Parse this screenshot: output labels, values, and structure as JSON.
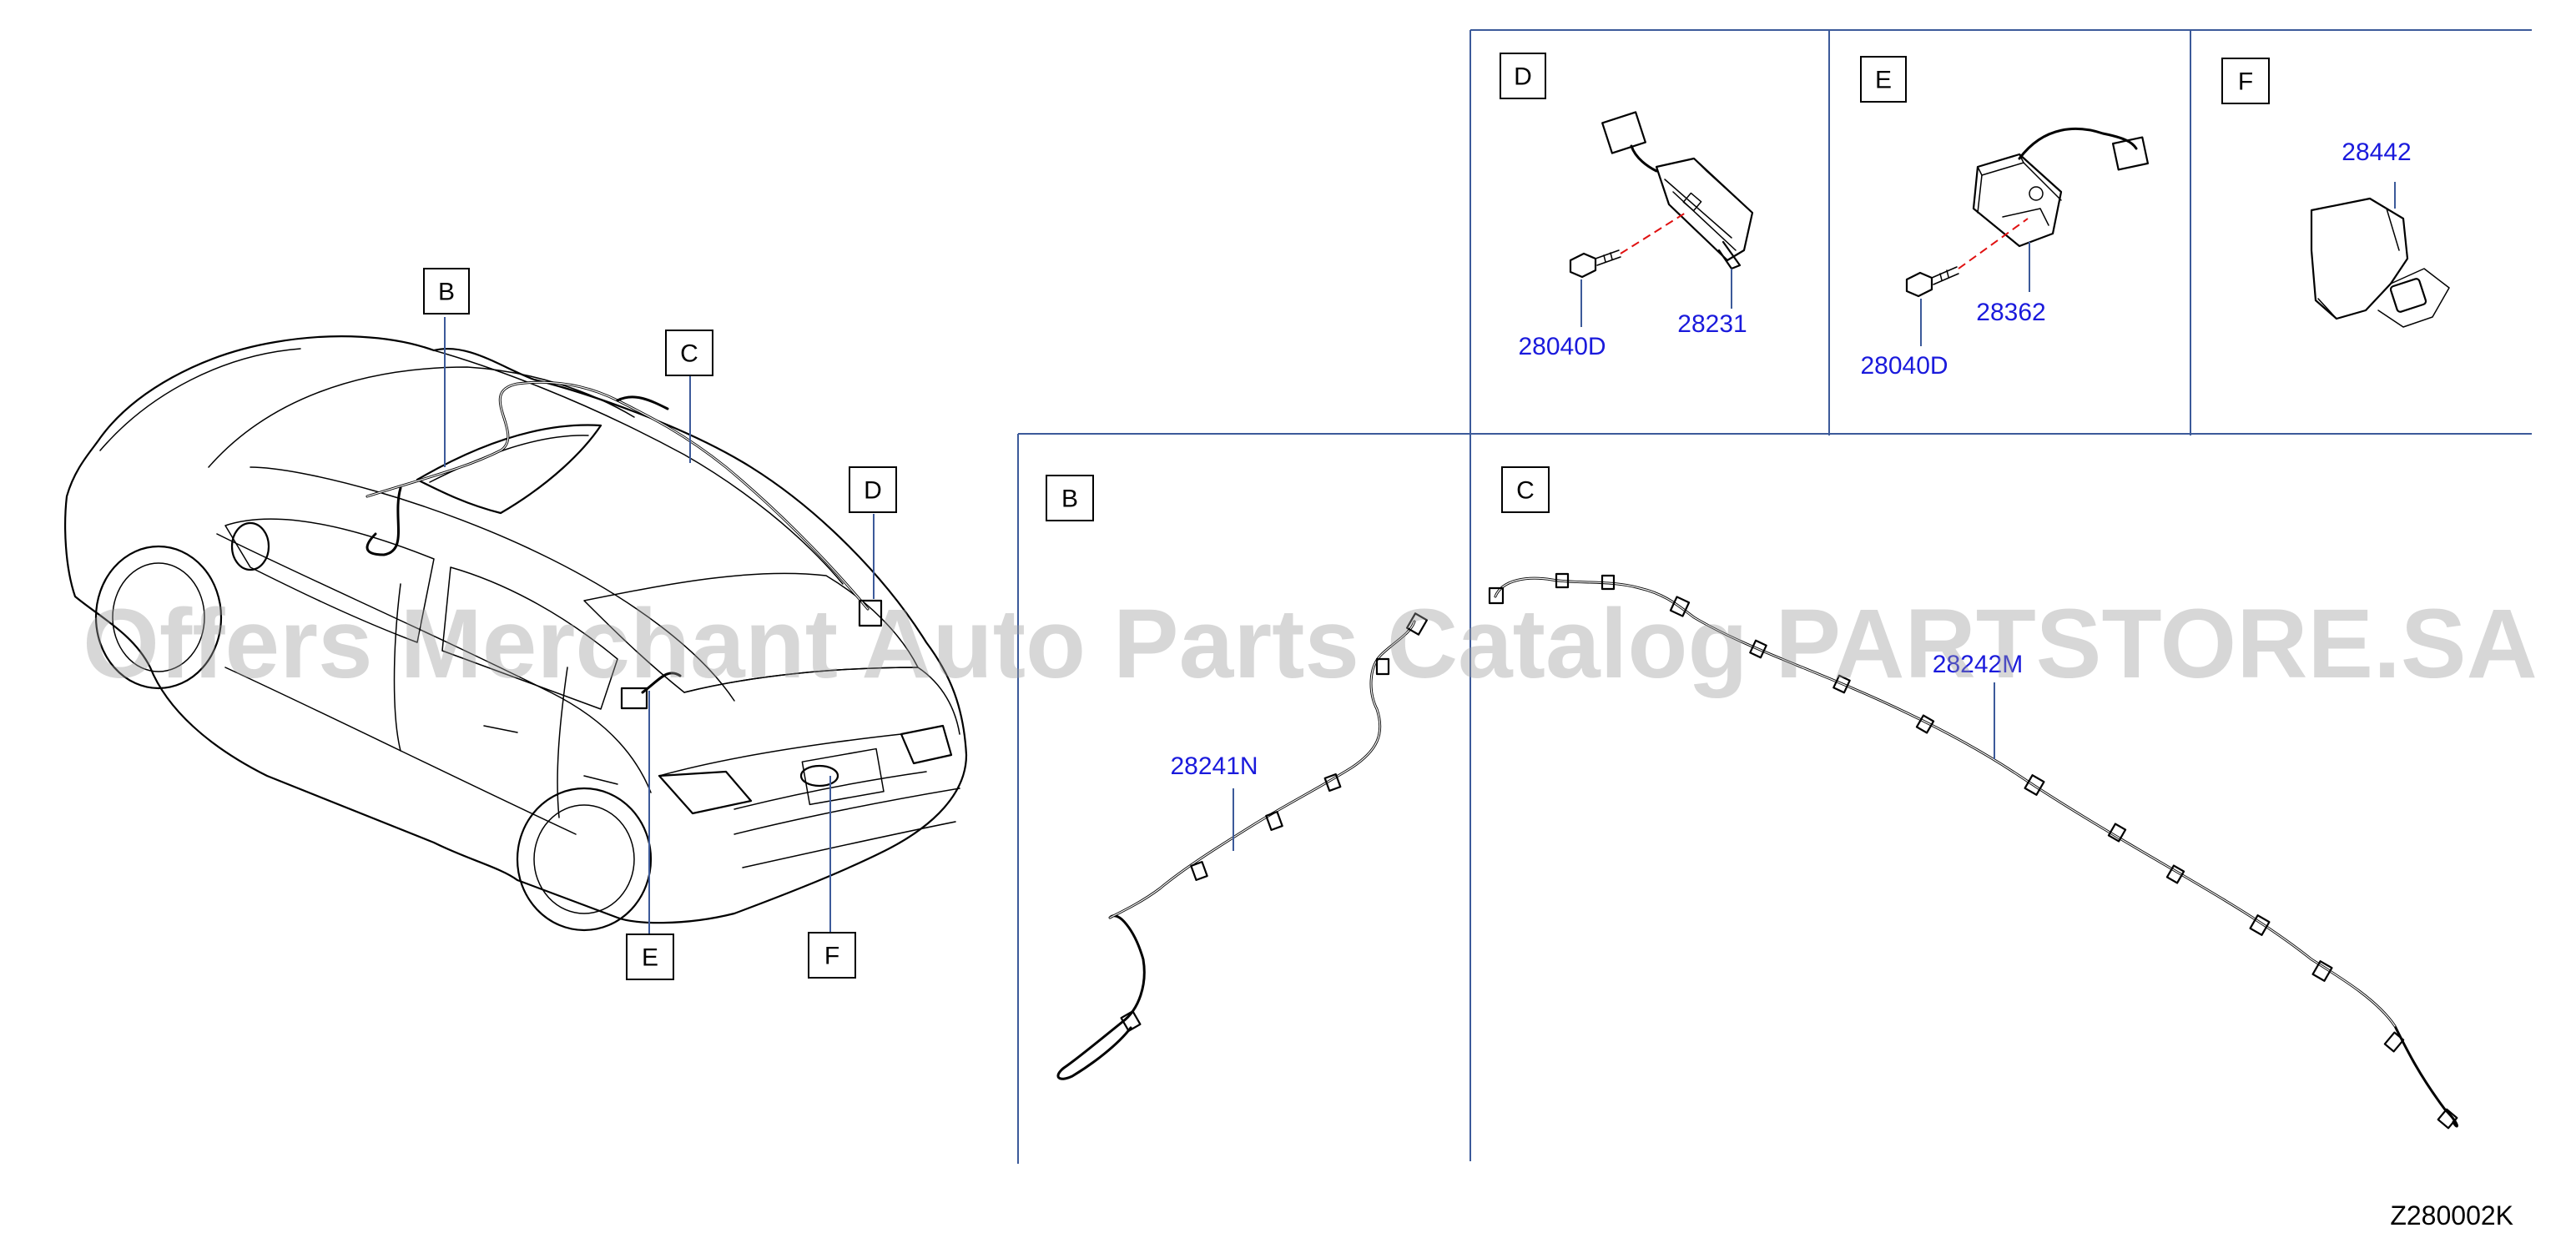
{
  "watermark": "Offers Merchant Auto Parts Catalog PARTSTORE.SA",
  "diagram_code": "Z280002K",
  "car_callouts": {
    "b": "B",
    "c": "C",
    "d": "D",
    "e": "E",
    "f": "F"
  },
  "panels": {
    "d": {
      "label": "D",
      "parts": {
        "bolt": "28040D",
        "main": "28231"
      }
    },
    "e": {
      "label": "E",
      "parts": {
        "bolt": "28040D",
        "main": "28362"
      }
    },
    "f": {
      "label": "F",
      "parts": {
        "main": "28442"
      }
    },
    "b": {
      "label": "B",
      "parts": {
        "main": "28241N"
      }
    },
    "c": {
      "label": "C",
      "parts": {
        "main": "28242M"
      }
    }
  },
  "colors": {
    "part_number": "#1a1adc",
    "frame_line": "#3c5a9a",
    "alignment_dash": "#e01010"
  }
}
